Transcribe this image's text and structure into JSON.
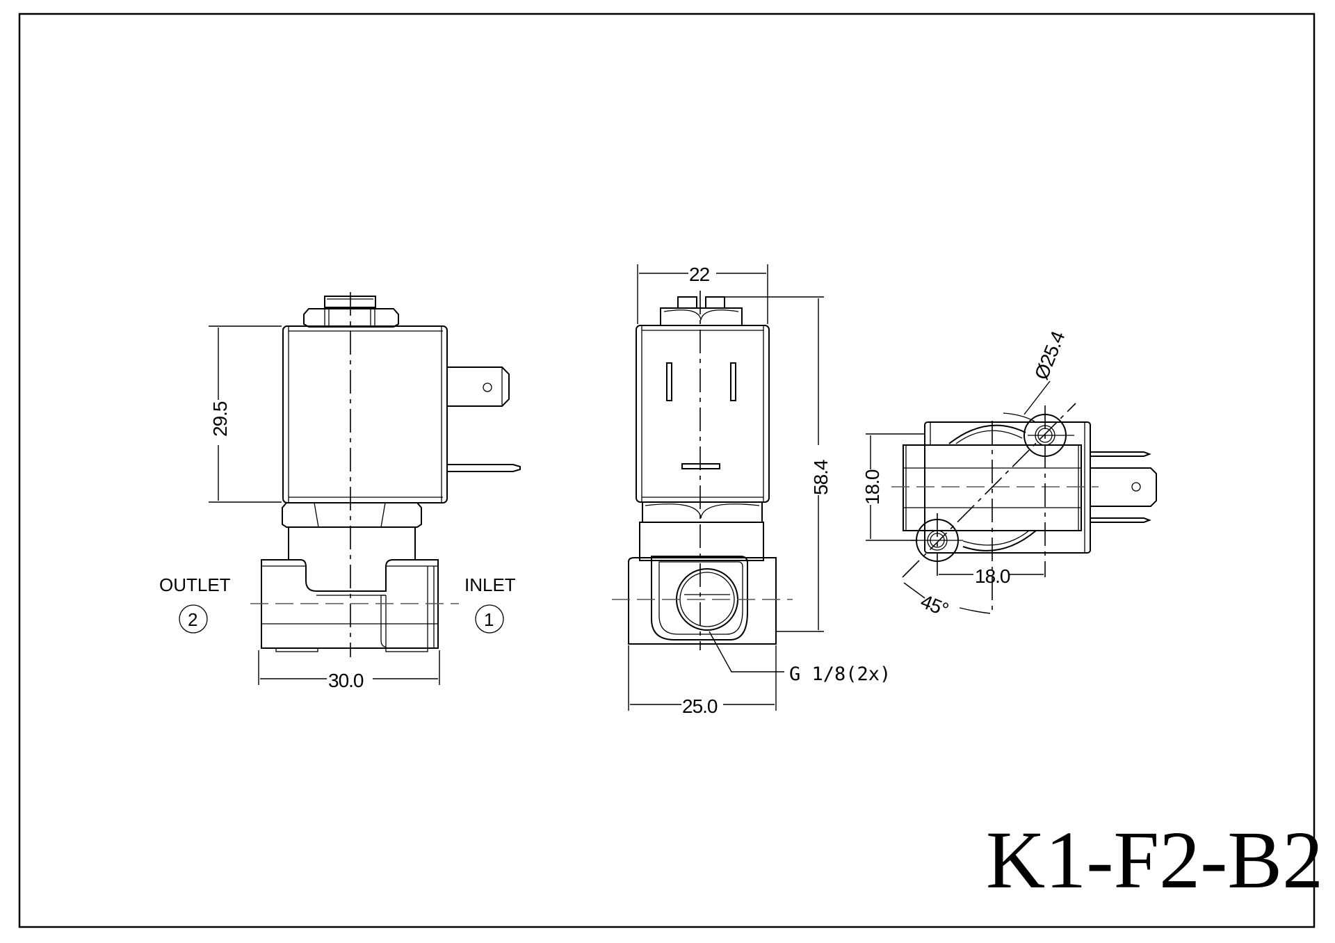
{
  "drawing": {
    "title": "K1-F2-B2",
    "left_view": {
      "outlet_label": "OUTLET",
      "outlet_number": "2",
      "inlet_label": "INLET",
      "inlet_number": "1",
      "coil_height_dim": "29.5",
      "body_width_dim": "30.0"
    },
    "front_view": {
      "coil_width_dim": "22",
      "overall_height_dim": "58.4",
      "body_width_dim": "25.0",
      "port_thread_callout": "G 1/8(2x)"
    },
    "top_view": {
      "flange_diameter_dim": "Ø25.4",
      "hole_vertical_spacing_dim": "18.0",
      "hole_horizontal_spacing_dim": "18.0",
      "angle_dim": "45°"
    }
  }
}
